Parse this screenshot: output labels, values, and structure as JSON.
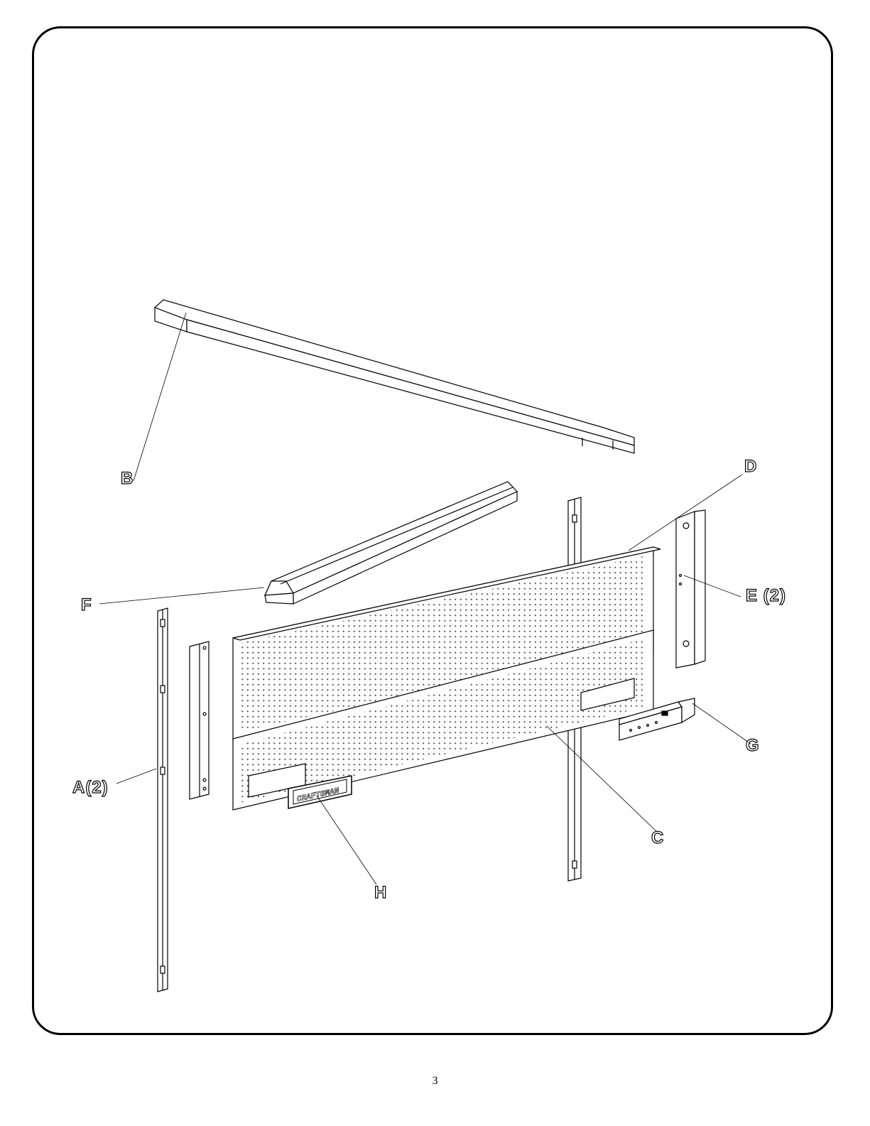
{
  "labels": {
    "a": "A(2)",
    "b": "B",
    "c": "C",
    "d": "D",
    "e": "E (2)",
    "f": "F",
    "g": "G",
    "h": "H"
  },
  "brand_plate_text": "CRAFTSMAN",
  "page_number": "3",
  "colors": {
    "ink": "#000000",
    "paper": "#ffffff",
    "pegboard_hole": "#555555"
  }
}
